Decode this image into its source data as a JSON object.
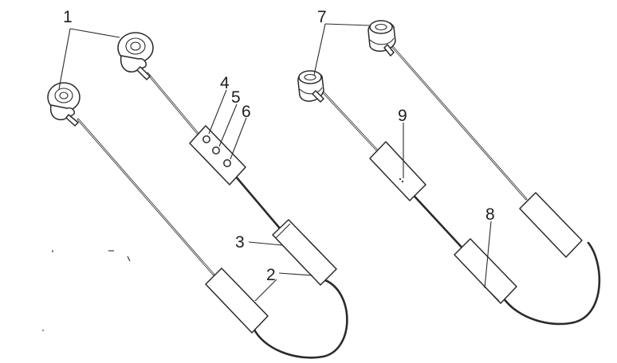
{
  "labels": {
    "l1": "1",
    "l2": "2",
    "l3": "3",
    "l4": "4",
    "l5": "5",
    "l6": "6",
    "l7": "7",
    "l8": "8",
    "l9": "9"
  },
  "colors": {
    "line": "#2b2b2b",
    "background": "#ffffff"
  }
}
